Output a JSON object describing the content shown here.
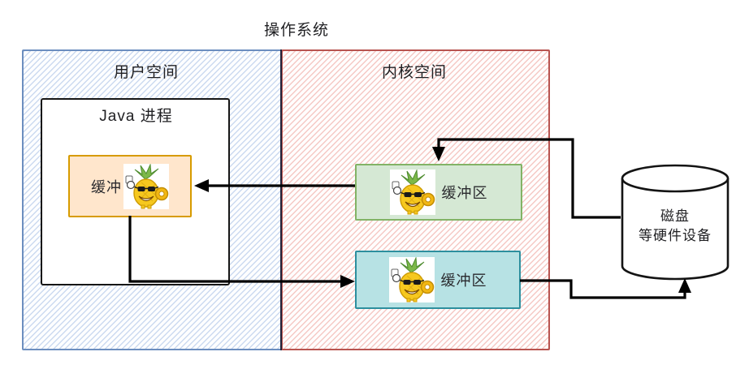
{
  "title": "操作系统",
  "user_space": {
    "label": "用户空间",
    "java_process": {
      "label": "Java 进程",
      "buffer": {
        "label": "缓冲"
      }
    }
  },
  "kernel_space": {
    "label": "内核空间",
    "read_buffer": {
      "label": "缓冲区"
    },
    "write_buffer": {
      "label": "缓冲区"
    }
  },
  "disk": {
    "label_line1": "磁盘",
    "label_line2": "等硬件设备"
  },
  "icons": {
    "mascot": "pineapple-mascot-icon"
  },
  "colors": {
    "user_space_border": "#6c8ebf",
    "user_space_hatch": "#ccdaf0",
    "kernel_space_border": "#b85450",
    "kernel_space_hatch": "#f5c9c5",
    "user_buffer_fill": "#ffe6cc",
    "user_buffer_border": "#d79b00",
    "kernel_read_buffer_fill": "#d5e8d4",
    "kernel_read_buffer_border": "#82b366",
    "kernel_write_buffer_fill": "#b7e2e4",
    "kernel_write_buffer_border": "#2d8f9e",
    "process_box_border": "#161616",
    "arrow": "#000000"
  }
}
